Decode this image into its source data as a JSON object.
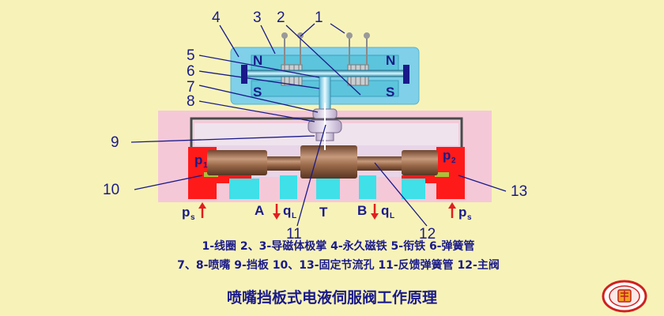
{
  "labels": {
    "n1": "1",
    "n2": "2",
    "n3": "3",
    "n4": "4",
    "n5": "5",
    "n6": "6",
    "n7": "7",
    "n8": "8",
    "n9": "9",
    "n10": "10",
    "n11": "11",
    "n12": "12",
    "n13": "13"
  },
  "poles": {
    "north": "N",
    "south": "S"
  },
  "ports": {
    "p1": "p",
    "p1_sub": "1",
    "p2": "p",
    "p2_sub": "2",
    "ps": "p",
    "ps_sub": "s",
    "a": "A",
    "b": "B",
    "t": "T",
    "q": "q",
    "q_sub": "L"
  },
  "legend": {
    "line1": "1-线圈  2、3-导磁体极掌  4-永久磁铁  5-衔铁   6-弹簧管",
    "line2": "7、8-喷嘴  9-挡板 10、13-固定节流孔 11-反馈弹簧管  12-主阀"
  },
  "title": "喷嘴挡板式电液伺服阀工作原理",
  "colors": {
    "background": "#f7f3b8",
    "magnet": "#7fd0e8",
    "housing": "#f5c8d8",
    "spool": "#9a6a4a",
    "pressure": "#ff1a1a",
    "text": "#1a1a8a"
  }
}
